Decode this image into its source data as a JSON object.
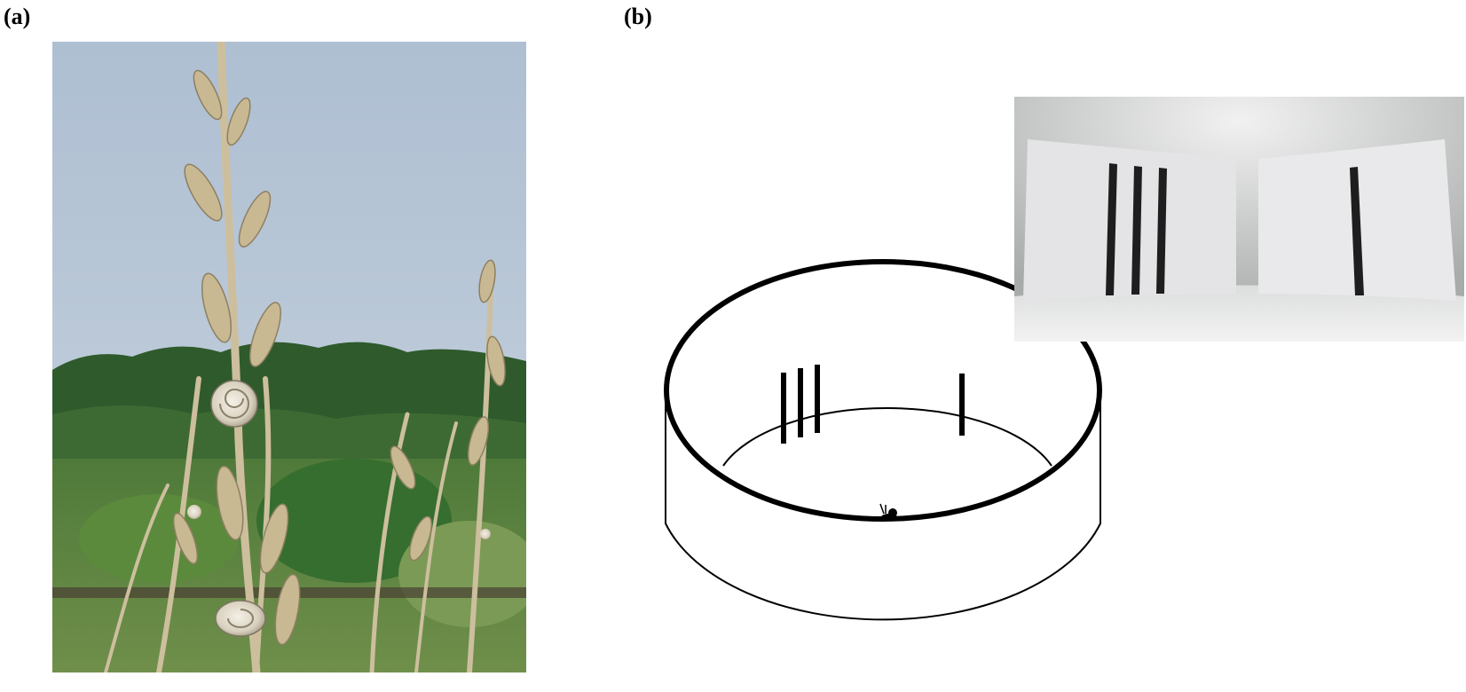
{
  "figure": {
    "panel_a_label": "(a)",
    "panel_b_label": "(b)"
  },
  "panel_a": {
    "image": "field-photo-snails-on-dry-plant-stems"
  },
  "panel_b": {
    "drawing": "cylindrical-arena-with-black-stripes-and-snail",
    "stripes_left_group_count": 3,
    "stripes_right_group_count": 1,
    "inset_image": "photo-of-arena-interior-with-black-stripes"
  },
  "colors": {
    "sky": "#b9c8d8",
    "vegetation_dark": "#2f5a2c",
    "stems": "#cdbf9e",
    "stripe": "#1a1a1a",
    "arena_wall": "#ffffff"
  }
}
